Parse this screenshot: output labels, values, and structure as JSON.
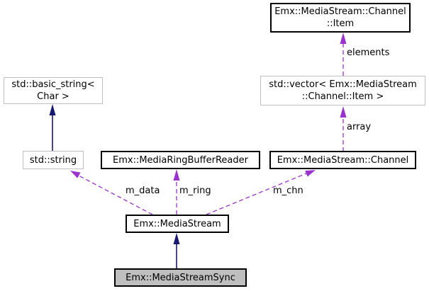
{
  "diagram": {
    "kind": "collaboration-graph",
    "nodes": {
      "item": {
        "label": "Emx::MediaStream::Channel\n::Item"
      },
      "vector": {
        "label": "std::vector< Emx::MediaStream\n::Channel::Item >"
      },
      "basic_string": {
        "label": "std::basic_string<\nChar >"
      },
      "string": {
        "label": "std::string"
      },
      "ring_reader": {
        "label": "Emx::MediaRingBufferReader"
      },
      "channel": {
        "label": "Emx::MediaStream::Channel"
      },
      "media_stream": {
        "label": "Emx::MediaStream"
      },
      "media_stream_sync": {
        "label": "Emx::MediaStreamSync"
      }
    },
    "edge_labels": {
      "elements": "elements",
      "array": "array",
      "m_data": "m_data",
      "m_ring": "m_ring",
      "m_chn": "m_chn"
    },
    "colors": {
      "usage_edge": "#9a32cd",
      "inheritance_edge": "#191970",
      "linked_node_border": "#000000",
      "unlinked_node_border": "#bfbfbf",
      "root_node_fill": "#bfbfbf",
      "node_fill": "#ffffff",
      "background": "#ffffff",
      "text": "#000000"
    }
  }
}
